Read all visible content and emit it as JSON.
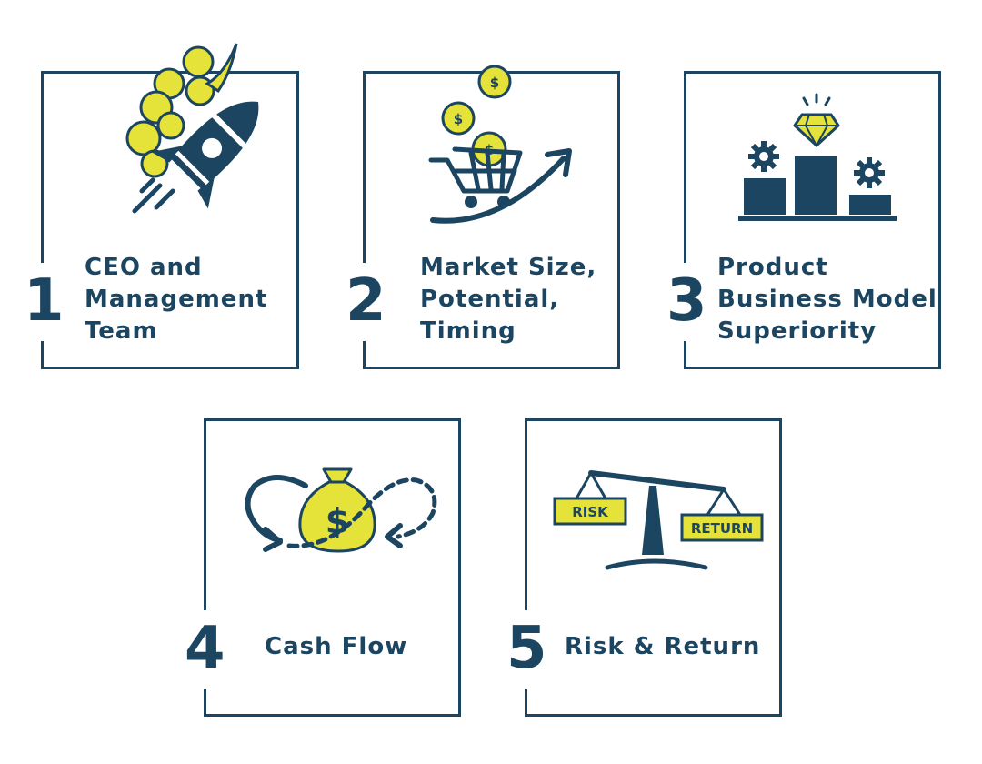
{
  "colors": {
    "navy": "#1b4560",
    "yellow": "#e5e23a"
  },
  "cards": [
    {
      "number": "1",
      "lines": [
        "CEO and",
        "Management",
        "Team"
      ],
      "icon": "rocket-icon"
    },
    {
      "number": "2",
      "lines": [
        "Market Size,",
        "Potential,",
        "Timing"
      ],
      "icon": "shopping-cart-rising-icon"
    },
    {
      "number": "3",
      "lines": [
        "Product",
        "Business Model",
        "Superiority"
      ],
      "icon": "podium-diamond-icon"
    },
    {
      "number": "4",
      "lines": [
        "Cash Flow"
      ],
      "icon": "money-bag-cycle-icon"
    },
    {
      "number": "5",
      "lines": [
        "Risk & Return"
      ],
      "icon": "balance-scale-icon",
      "scale_labels": {
        "left": "RISK",
        "right": "RETURN"
      }
    }
  ]
}
